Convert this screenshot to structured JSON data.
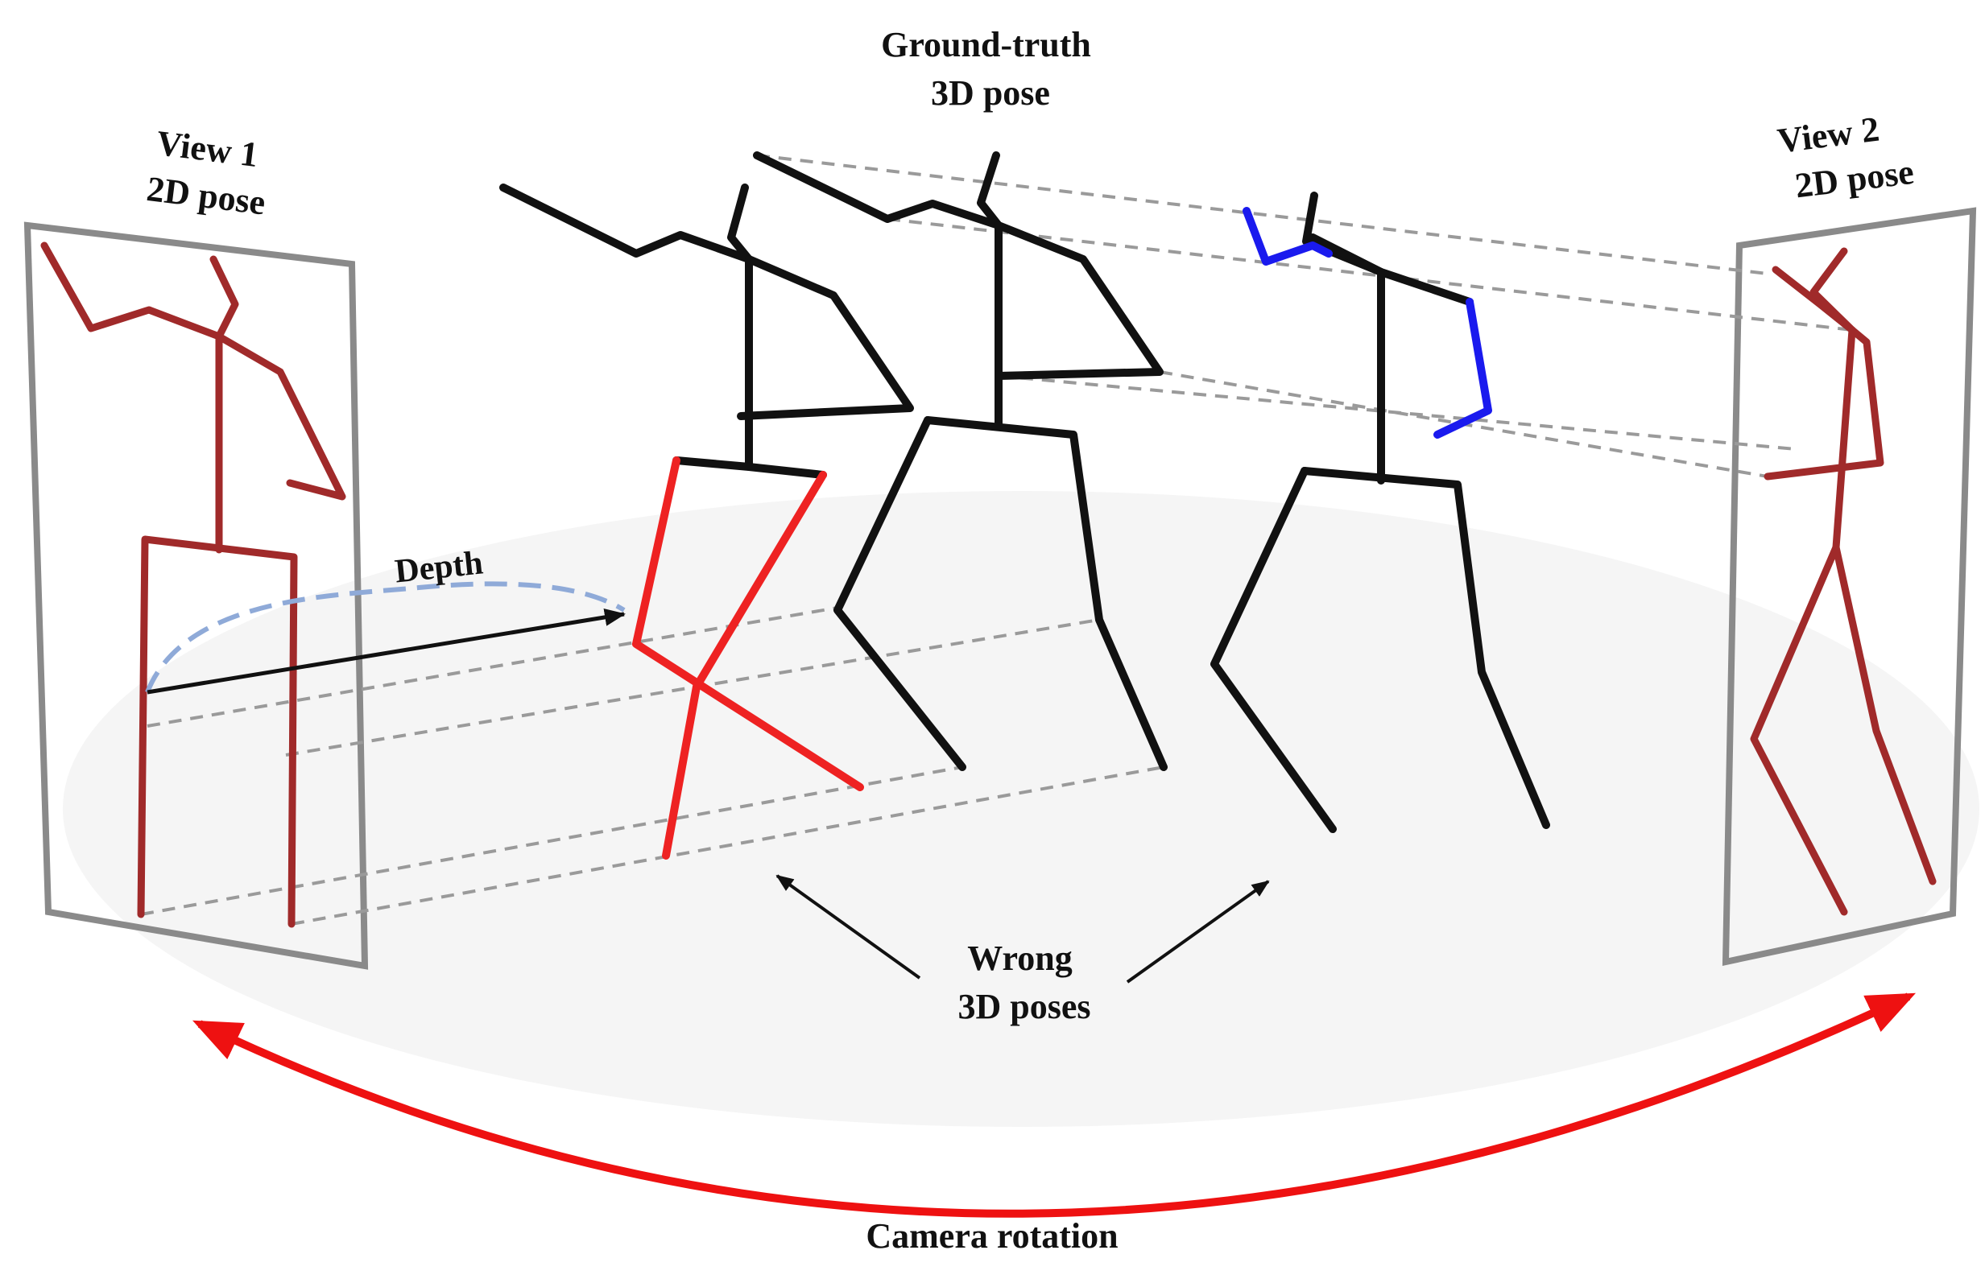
{
  "labels": {
    "view1": [
      "View 1",
      "2D pose"
    ],
    "view2": [
      "View 2",
      "2D pose"
    ],
    "ground_truth": [
      "Ground-truth",
      "3D pose"
    ],
    "depth": "Depth",
    "wrong": [
      "Wrong",
      "3D poses"
    ],
    "camera_rotation": "Camera rotation"
  },
  "colors": {
    "pose_2d": "#a02a2a",
    "ground_truth_pose": "#111111",
    "wrong_pose_highlight_red": "#ee2222",
    "wrong_pose_highlight_blue": "#1a1aee",
    "camera_arrow": "#ee1111",
    "depth_arc": "#8faad8",
    "frame": "#8a8a8a",
    "projection_line": "#9a9a9a",
    "floor": "#f5f5f5"
  }
}
